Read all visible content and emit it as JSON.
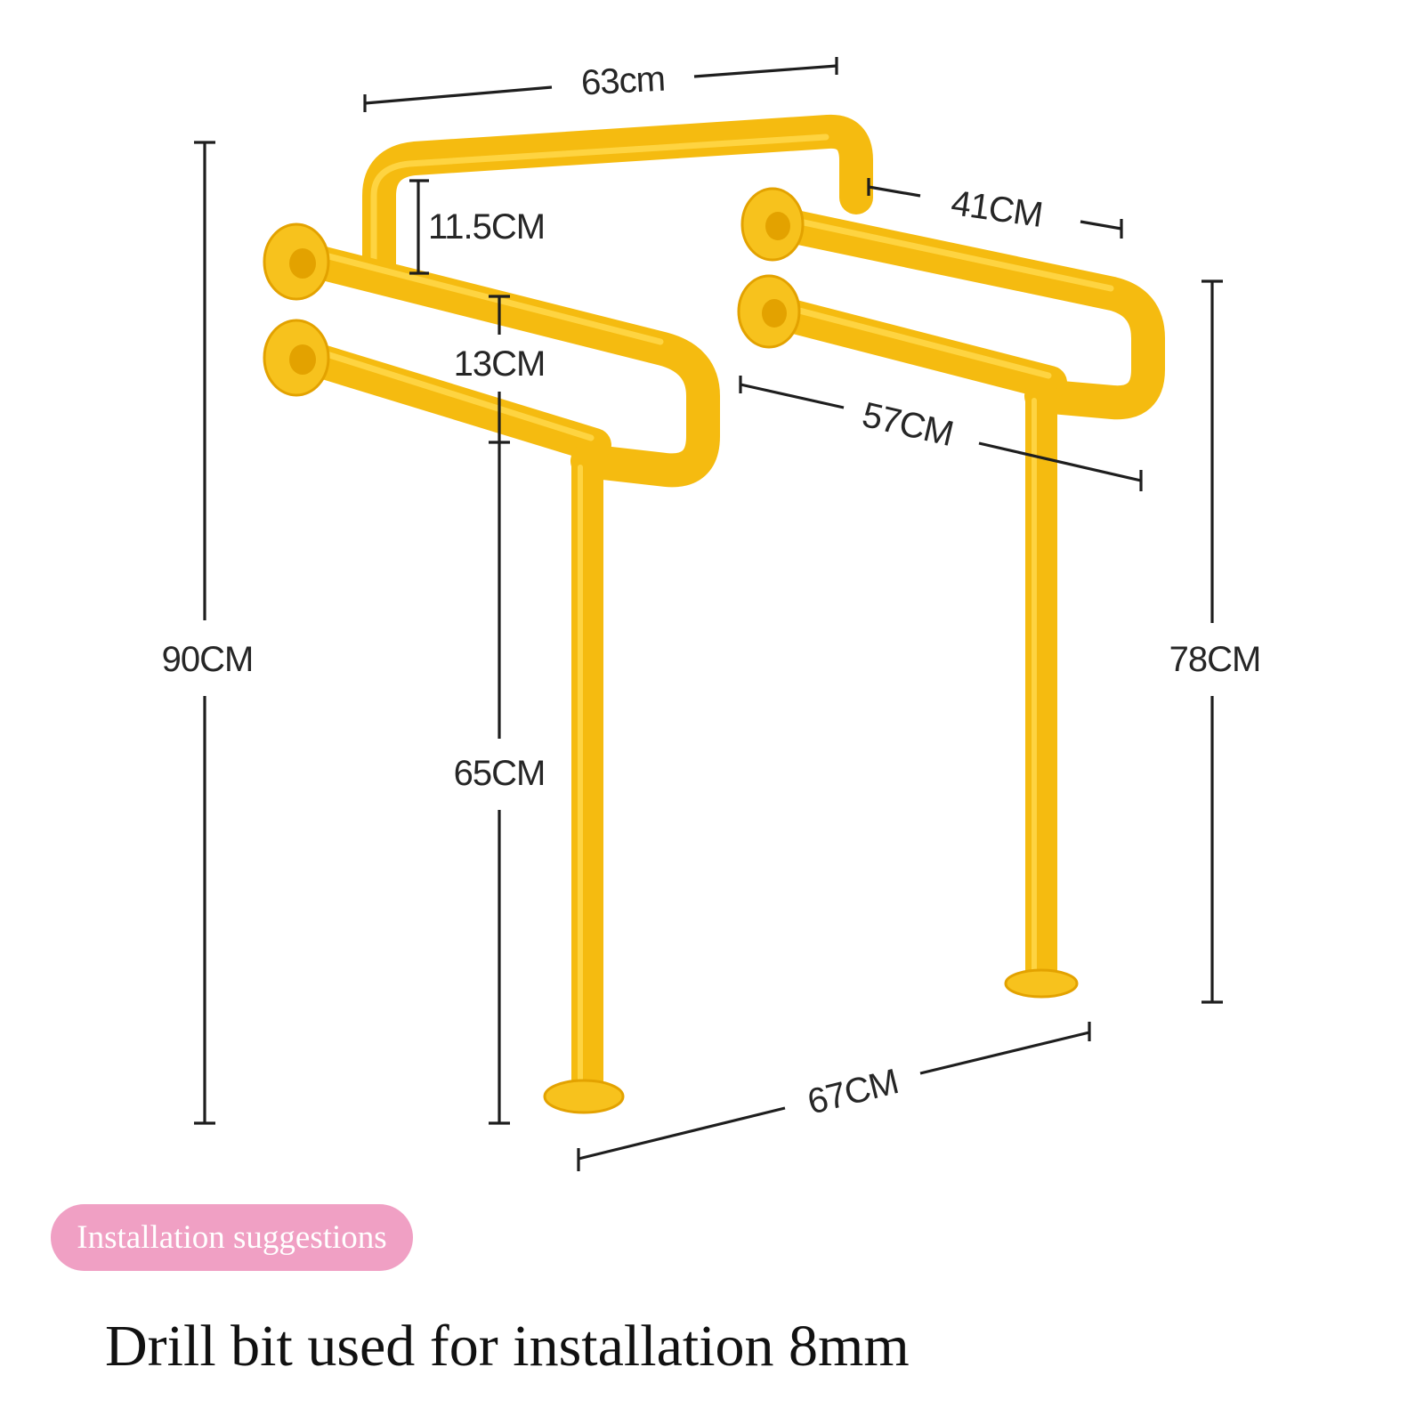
{
  "dimensions": {
    "top_width": "63cm",
    "left_height": "90CM",
    "gap_upper": "11.5CM",
    "gap_rail": "13CM",
    "leg_height": "65CM",
    "right_depth": "41CM",
    "right_rail_length": "57CM",
    "right_height": "78CM",
    "base_width": "67CM"
  },
  "colors": {
    "rail": "#f5bb10",
    "rail_highlight": "#ffd84a",
    "rail_shadow": "#e3a200",
    "flange": "#f7c21d",
    "pill_bg": "#f0a0c4"
  },
  "badge": {
    "label": "Installation suggestions"
  },
  "note": {
    "text": "Drill bit used for installation 8mm"
  }
}
